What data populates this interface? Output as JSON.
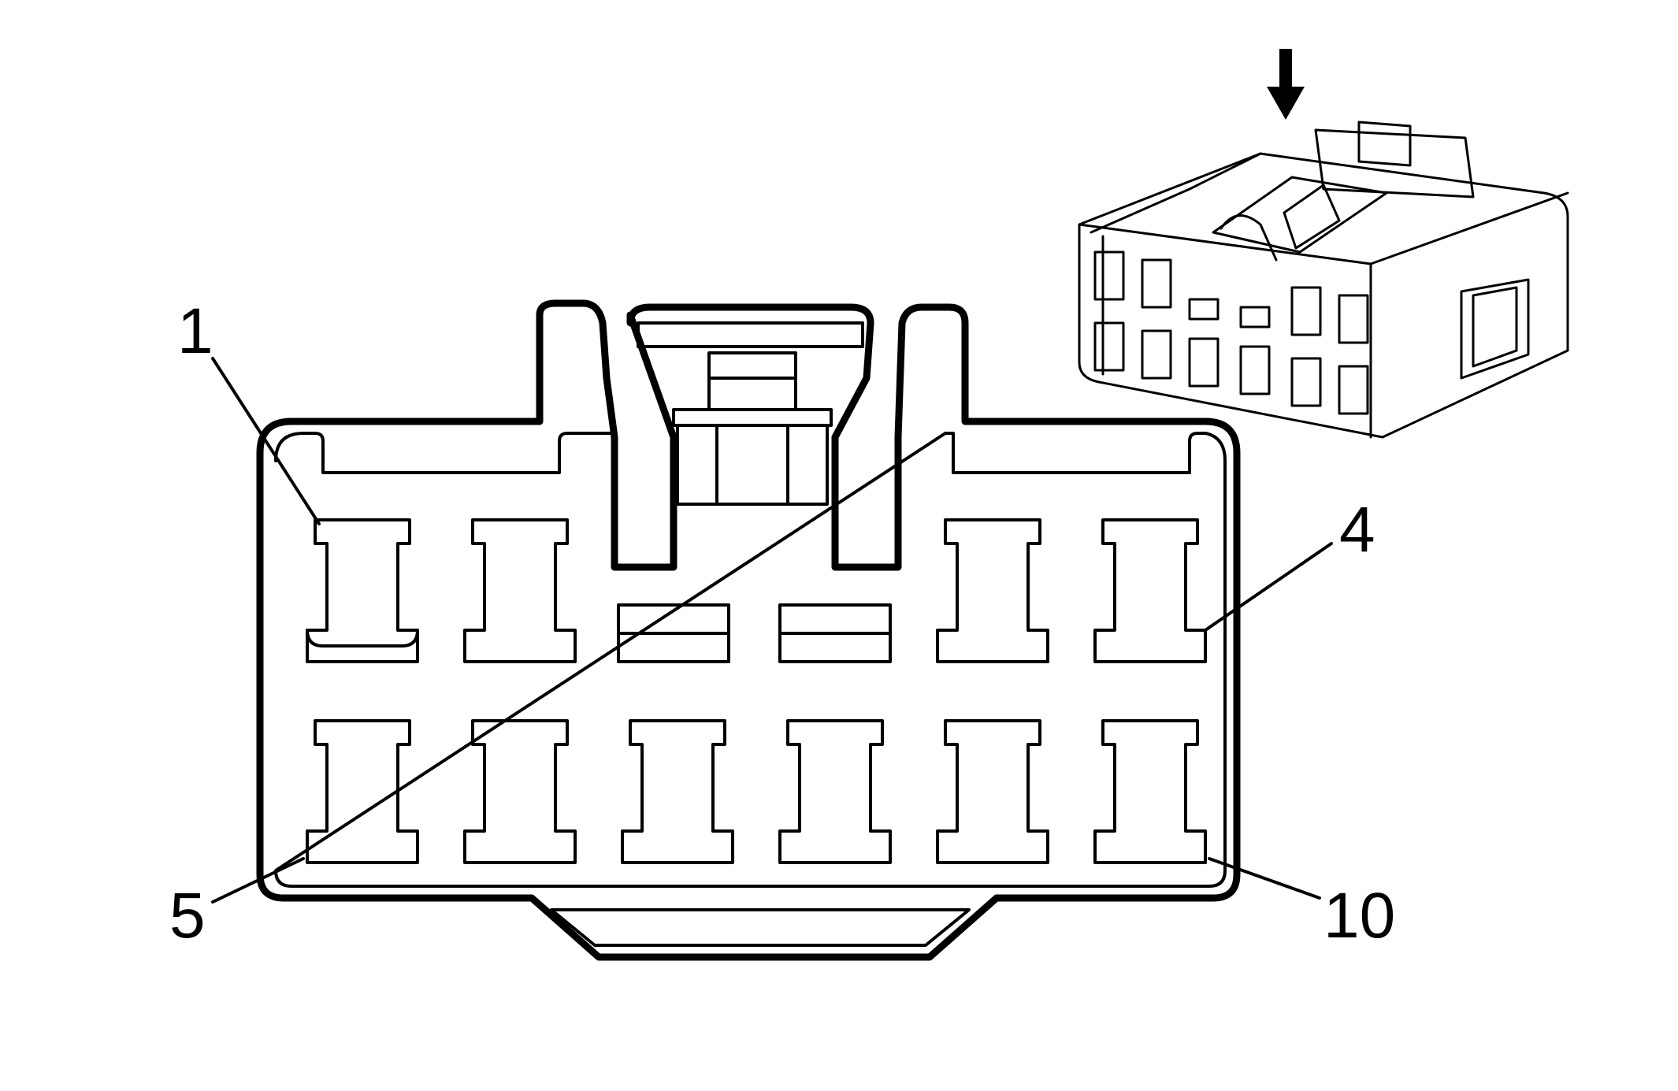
{
  "diagram": {
    "pin_labels": [
      {
        "id": "pin-1",
        "text": "1"
      },
      {
        "id": "pin-4",
        "text": "4"
      },
      {
        "id": "pin-5",
        "text": "5"
      },
      {
        "id": "pin-10",
        "text": "10"
      }
    ],
    "rows": [
      {
        "row": 1,
        "cavities": [
          "terminal",
          "terminal",
          "blank",
          "blank",
          "terminal",
          "terminal"
        ]
      },
      {
        "row": 2,
        "cavities": [
          "terminal",
          "terminal",
          "terminal",
          "terminal",
          "terminal",
          "terminal"
        ]
      }
    ],
    "inset_view": {
      "description_icon": "down-arrow-icon"
    },
    "colors": {
      "line": "#000000",
      "background": "#ffffff"
    }
  }
}
